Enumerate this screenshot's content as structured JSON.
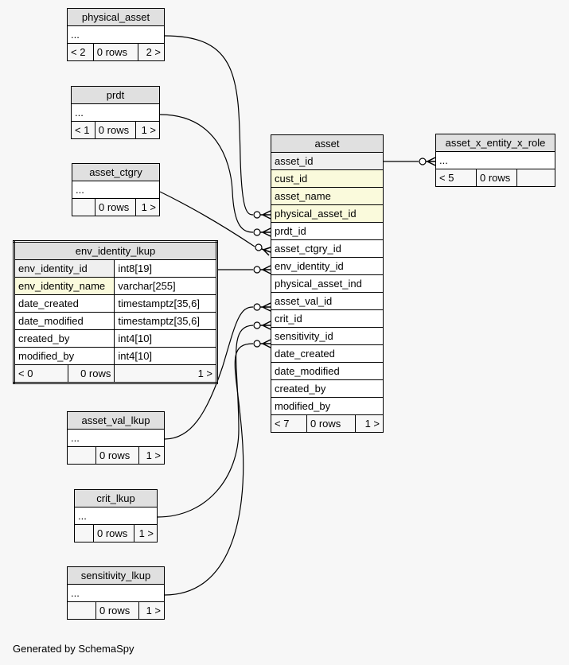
{
  "tables": {
    "physical_asset": {
      "name": "physical_asset",
      "cols": [
        "..."
      ],
      "parents": "< 2",
      "rows": "0 rows",
      "children": "2 >"
    },
    "prdt": {
      "name": "prdt",
      "cols": [
        "..."
      ],
      "parents": "< 1",
      "rows": "0 rows",
      "children": "1 >"
    },
    "asset_ctgry": {
      "name": "asset_ctgry",
      "cols": [
        "..."
      ],
      "parents": "",
      "rows": "0 rows",
      "children": "1 >"
    },
    "env_identity_lkup": {
      "name": "env_identity_lkup",
      "cols": [
        {
          "name": "env_identity_id",
          "type": "int8[19]"
        },
        {
          "name": "env_identity_name",
          "type": "varchar[255]"
        },
        {
          "name": "date_created",
          "type": "timestamptz[35,6]"
        },
        {
          "name": "date_modified",
          "type": "timestamptz[35,6]"
        },
        {
          "name": "created_by",
          "type": "int4[10]"
        },
        {
          "name": "modified_by",
          "type": "int4[10]"
        }
      ],
      "parents": "< 0",
      "rows": "0 rows",
      "children": "1 >"
    },
    "asset": {
      "name": "asset",
      "cols": [
        "asset_id",
        "cust_id",
        "asset_name",
        "physical_asset_id",
        "prdt_id",
        "asset_ctgry_id",
        "env_identity_id",
        "physical_asset_ind",
        "asset_val_id",
        "crit_id",
        "sensitivity_id",
        "date_created",
        "date_modified",
        "created_by",
        "modified_by"
      ],
      "parents": "< 7",
      "rows": "0 rows",
      "children": "1 >"
    },
    "asset_x_entity_x_role": {
      "name": "asset_x_entity_x_role",
      "cols": [
        "..."
      ],
      "parents": "< 5",
      "rows": "0 rows",
      "children": ""
    },
    "asset_val_lkup": {
      "name": "asset_val_lkup",
      "cols": [
        "..."
      ],
      "parents": "",
      "rows": "0 rows",
      "children": "1 >"
    },
    "crit_lkup": {
      "name": "crit_lkup",
      "cols": [
        "..."
      ],
      "parents": "",
      "rows": "0 rows",
      "children": "1 >"
    },
    "sensitivity_lkup": {
      "name": "sensitivity_lkup",
      "cols": [
        "..."
      ],
      "parents": "",
      "rows": "0 rows",
      "children": "1 >"
    }
  },
  "footer": "Generated by SchemaSpy"
}
